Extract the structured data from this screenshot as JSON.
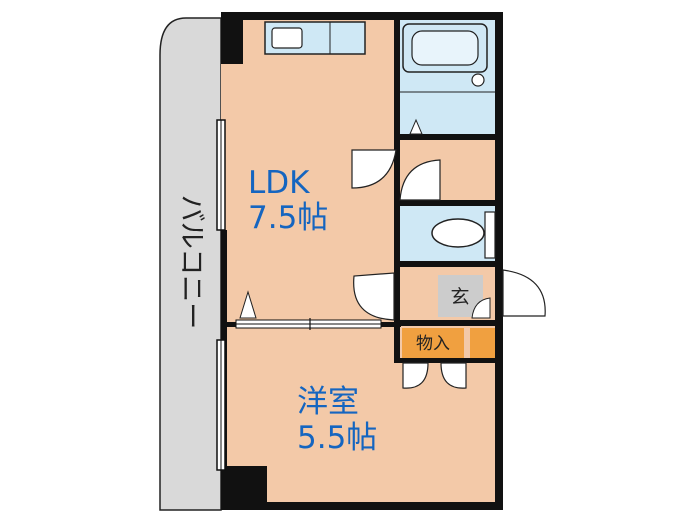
{
  "rooms": {
    "ldk": {
      "name": "LDK",
      "size": "7.5帖"
    },
    "western": {
      "name": "洋室",
      "size": "5.5帖"
    },
    "entrance": {
      "name": "玄"
    },
    "storage": {
      "name": "物入"
    }
  },
  "balcony": {
    "label": "バルコニー"
  },
  "colors": {
    "floor": "#f3c9a8",
    "balcony": "#d9d9d9",
    "wet_area": "#cfe8f5",
    "entrance": "#cccccc",
    "storage": "#f0a040",
    "wall": "#111111",
    "text": "#1565c0"
  }
}
